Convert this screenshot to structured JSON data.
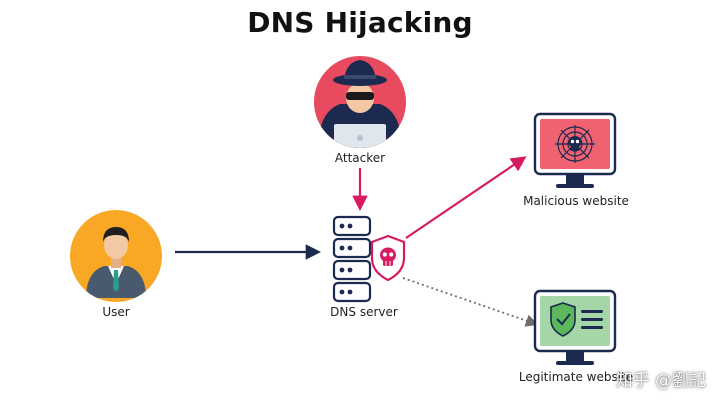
{
  "title": "DNS Hijacking",
  "nodes": {
    "attacker": {
      "label": "Attacker"
    },
    "user": {
      "label": "User"
    },
    "dns_server": {
      "label": "DNS server"
    },
    "malicious": {
      "label": "Malicious website"
    },
    "legitimate": {
      "label": "Legitimate website"
    }
  },
  "watermark": "知乎 @劉記",
  "colors": {
    "attacker_bg": "#e84a5f",
    "user_bg": "#f9a825",
    "navy": "#1b2a4e",
    "arrow_red": "#d81b60",
    "dotted_gray": "#6e6e6e",
    "malicious_screen": "#f06272",
    "legit_screen": "#a5d6a7"
  },
  "icons": {
    "attacker": "hooded-hacker-icon",
    "user": "businessman-icon",
    "dns_server": "server-rack-icon",
    "skull_badge": "skull-shield-icon",
    "malicious": "spiderweb-monitor-icon",
    "legitimate": "shield-check-monitor-icon"
  }
}
